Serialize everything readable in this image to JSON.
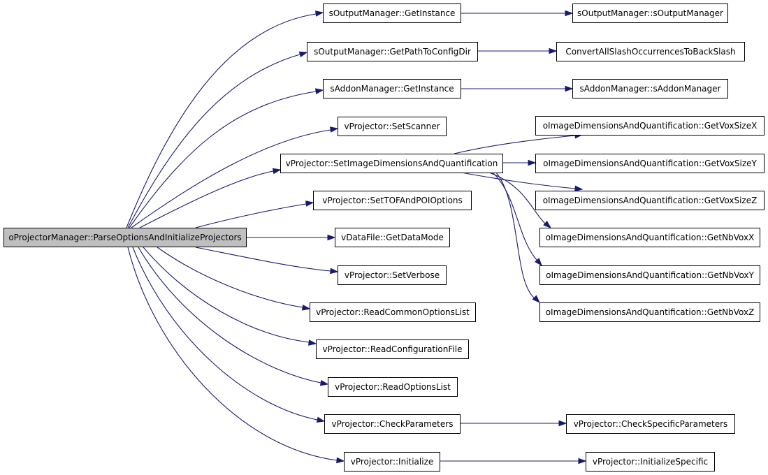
{
  "diagram": {
    "colors": {
      "edge": "#191970",
      "root_fill": "#bfbfbf",
      "node_fill": "#ffffff",
      "node_border": "#000000"
    },
    "nodes": [
      {
        "id": "root",
        "label": "oProjectorManager::ParseOptionsAndInitializeProjectors",
        "root": true
      },
      {
        "id": "om_gi",
        "label": "sOutputManager::GetInstance"
      },
      {
        "id": "om_ctor",
        "label": "sOutputManager::sOutputManager"
      },
      {
        "id": "om_cfg",
        "label": "sOutputManager::GetPathToConfigDir"
      },
      {
        "id": "slash",
        "label": "ConvertAllSlashOccurrencesToBackSlash"
      },
      {
        "id": "am_gi",
        "label": "sAddonManager::GetInstance"
      },
      {
        "id": "am_ctor",
        "label": "sAddonManager::sAddonManager"
      },
      {
        "id": "setscanner",
        "label": "vProjector::SetScanner"
      },
      {
        "id": "setimg",
        "label": "vProjector::SetImageDimensionsAndQuantification"
      },
      {
        "id": "gx",
        "label": "oImageDimensionsAndQuantification::GetVoxSizeX"
      },
      {
        "id": "gy",
        "label": "oImageDimensionsAndQuantification::GetVoxSizeY"
      },
      {
        "id": "gz",
        "label": "oImageDimensionsAndQuantification::GetVoxSizeZ"
      },
      {
        "id": "nx",
        "label": "oImageDimensionsAndQuantification::GetNbVoxX"
      },
      {
        "id": "ny",
        "label": "oImageDimensionsAndQuantification::GetNbVoxY"
      },
      {
        "id": "nz",
        "label": "oImageDimensionsAndQuantification::GetNbVoxZ"
      },
      {
        "id": "settof",
        "label": "vProjector::SetTOFAndPOIOptions"
      },
      {
        "id": "datamode",
        "label": "vDataFile::GetDataMode"
      },
      {
        "id": "verbose",
        "label": "vProjector::SetVerbose"
      },
      {
        "id": "readcommon",
        "label": "vProjector::ReadCommonOptionsList"
      },
      {
        "id": "readconf",
        "label": "vProjector::ReadConfigurationFile"
      },
      {
        "id": "readopt",
        "label": "vProjector::ReadOptionsList"
      },
      {
        "id": "check",
        "label": "vProjector::CheckParameters"
      },
      {
        "id": "checkspec",
        "label": "vProjector::CheckSpecificParameters"
      },
      {
        "id": "init",
        "label": "vProjector::Initialize"
      },
      {
        "id": "initspec",
        "label": "vProjector::InitializeSpecific"
      }
    ],
    "edges": [
      {
        "from": "root",
        "to": "om_gi"
      },
      {
        "from": "root",
        "to": "om_cfg"
      },
      {
        "from": "root",
        "to": "am_gi"
      },
      {
        "from": "root",
        "to": "setscanner"
      },
      {
        "from": "root",
        "to": "setimg"
      },
      {
        "from": "root",
        "to": "settof"
      },
      {
        "from": "root",
        "to": "datamode"
      },
      {
        "from": "root",
        "to": "verbose"
      },
      {
        "from": "root",
        "to": "readcommon"
      },
      {
        "from": "root",
        "to": "readconf"
      },
      {
        "from": "root",
        "to": "readopt"
      },
      {
        "from": "root",
        "to": "check"
      },
      {
        "from": "root",
        "to": "init"
      },
      {
        "from": "om_gi",
        "to": "om_ctor"
      },
      {
        "from": "om_cfg",
        "to": "slash"
      },
      {
        "from": "am_gi",
        "to": "am_ctor"
      },
      {
        "from": "setimg",
        "to": "gx"
      },
      {
        "from": "setimg",
        "to": "gy"
      },
      {
        "from": "setimg",
        "to": "gz"
      },
      {
        "from": "setimg",
        "to": "nx"
      },
      {
        "from": "setimg",
        "to": "ny"
      },
      {
        "from": "setimg",
        "to": "nz"
      },
      {
        "from": "check",
        "to": "checkspec"
      },
      {
        "from": "init",
        "to": "initspec"
      }
    ]
  }
}
